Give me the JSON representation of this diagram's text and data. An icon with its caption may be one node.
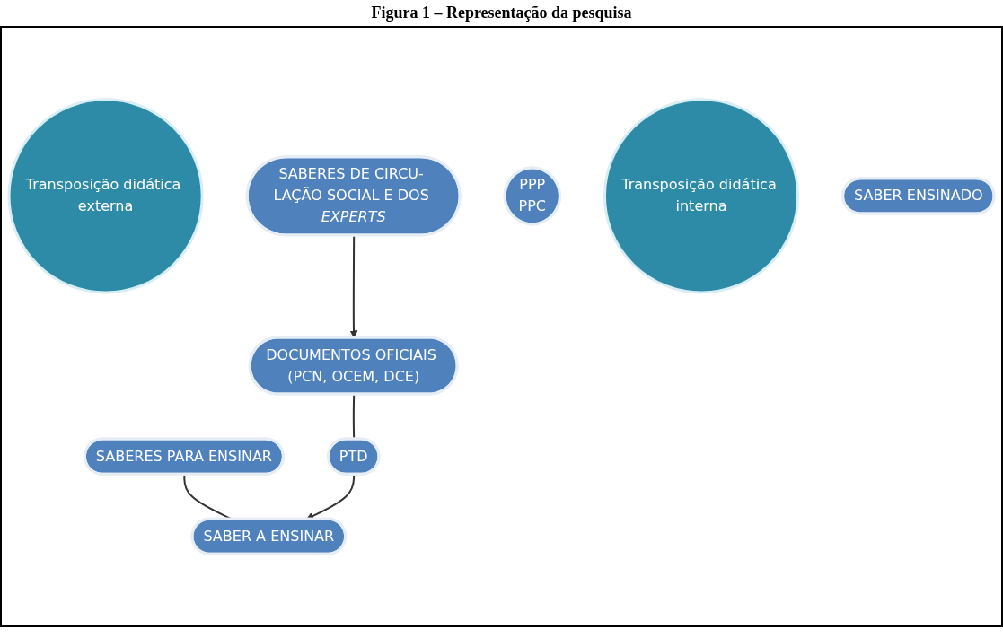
{
  "diagram": {
    "title": "Figura 1 – Representação da pesquisa",
    "nodes": [
      {
        "text": [
          "Transposição didática externa"
        ]
      },
      {
        "text": [
          "SABERES DE CIRCU- LAÇÃO SOCIAL E DOS *EXPERTS*"
        ]
      },
      {
        "text": [
          "DOCUMENTOS OFICIAIS (PCN, OCEM, DCE)"
        ]
      },
      {
        "text": [
          "PPP",
          "PPC"
        ]
      },
      {
        "text": [
          "PTD"
        ]
      },
      {
        "text": [
          "Transposição didática interna"
        ]
      },
      {
        "text": [
          "SABERES PARA ENSINAR"
        ]
      },
      {
        "text": [
          "SABER ENSINADO"
        ]
      },
      {
        "text": [
          "SABER A ENSINAR"
        ]
      }
    ],
    "edges": [
      {
        "from": 1,
        "to": 2,
        "arrow": "to"
      },
      {
        "from": 2,
        "to": 4,
        "arrow": "none"
      },
      {
        "from": 6,
        "to": 8,
        "arrow": "none"
      },
      {
        "from": 4,
        "to": 8,
        "arrow": "to"
      }
    ]
  }
}
